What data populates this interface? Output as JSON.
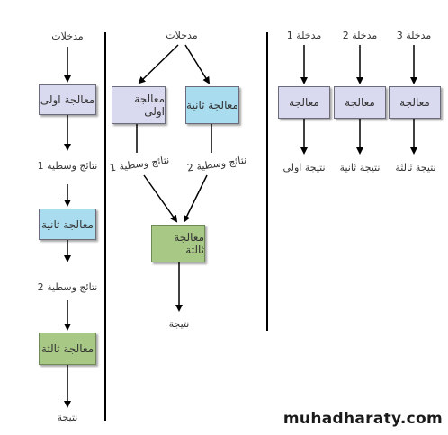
{
  "colors": {
    "lavender": "#d9d9ef",
    "blue": "#a9dcef",
    "green": "#a8c985",
    "arrow": "#000000"
  },
  "serial": {
    "input": "مدخلات",
    "process1": "معالجة اولى",
    "intermediate1": "نتائج وسطية 1",
    "process2": "معالجة ثانية",
    "intermediate2": "نتائج وسطية 2",
    "process3": "معالجة ثالثة",
    "result": "نتيجة"
  },
  "merge": {
    "input": "مدخلات",
    "process1": "معالجة اولى",
    "process2": "معالجة ثانية",
    "intermediate1": "نتائج وسطية 1",
    "intermediate2": "نتائج وسطية 2",
    "process3": "معالجة ثالثة",
    "result": "نتيجة"
  },
  "parallel": {
    "input1": "مدخلة 1",
    "input2": "مدخلة 2",
    "input3": "مدخلة 3",
    "process1": "معالجة",
    "process2": "معالجة",
    "process3": "معالجة",
    "result1": "نتيجة اولى",
    "result2": "نتيجة ثانية",
    "result3": "نتيجة ثالثة"
  },
  "watermark": "muhadharaty.com"
}
